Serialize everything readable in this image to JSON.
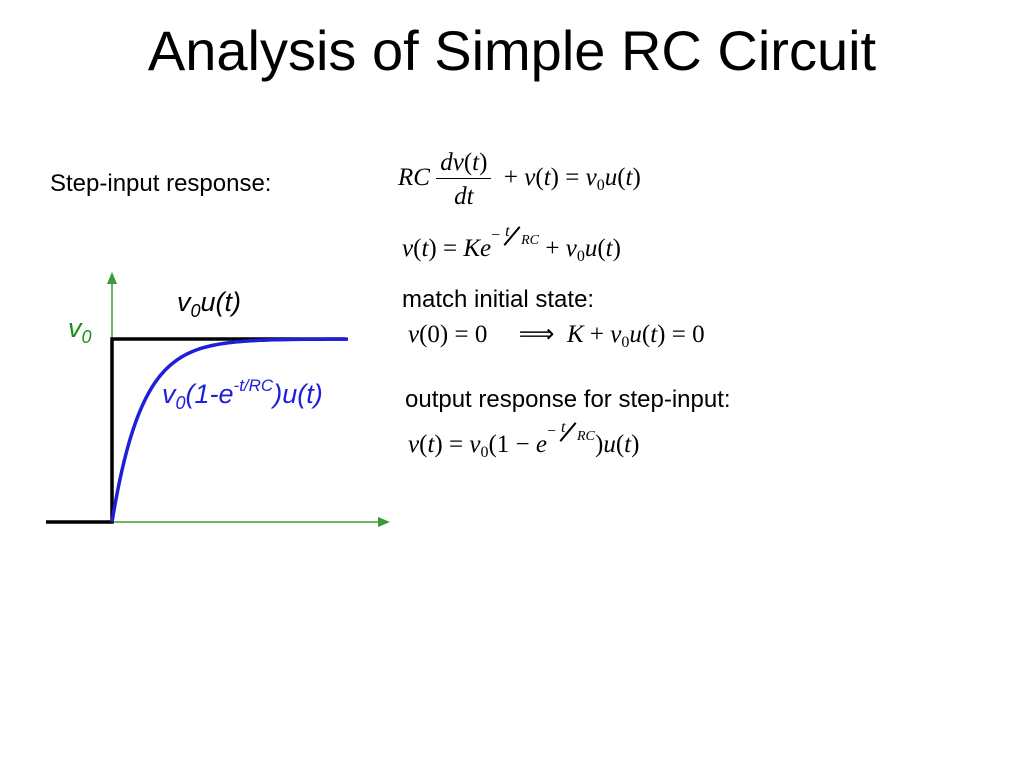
{
  "title": "Analysis of Simple RC Circuit",
  "labels": {
    "step_input": "Step-input response:",
    "match_initial": "match initial state:",
    "output_response": "output response for step-input:"
  },
  "equations": {
    "ode": "RC dv(t)/dt + v(t) = v0 u(t)",
    "general": "v(t) = Ke^(-t/RC) + v0 u(t)",
    "initial": "v(0) = 0 ⇒ K + v0 u(t) = 0",
    "solution": "v(t) = v0 (1 - e^(-t/RC)) u(t)"
  },
  "diagram": {
    "v0_label": "v0",
    "step_label": "v0u(t)",
    "response_label": "v0(1-e-t/RC)u(t)",
    "colors": {
      "axes": "#3a9a3a",
      "step": "#000000",
      "response": "#1f1fd8"
    }
  }
}
